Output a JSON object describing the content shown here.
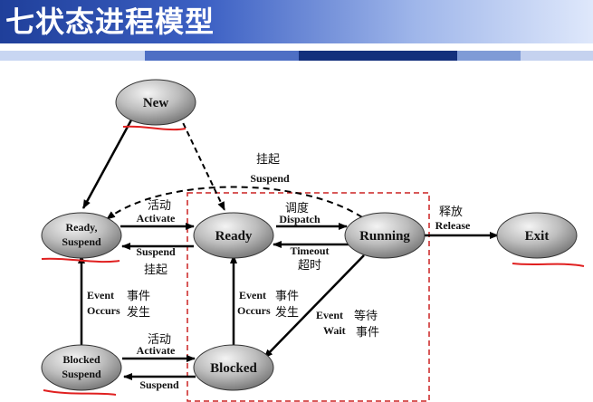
{
  "title": "七状态进程模型",
  "header_colors": [
    "#1f3f9a",
    "#3d61c4",
    "#ffffff"
  ],
  "stripes": [
    "#c8d6f2",
    "#4e6fc4",
    "#13307c",
    "#7f9bd6",
    "#c5d2ef"
  ],
  "nodes": {
    "new": "New",
    "ready_suspend_1": "Ready,",
    "ready_suspend_2": "Suspend",
    "ready": "Ready",
    "running": "Running",
    "exit": "Exit",
    "blocked_suspend_1": "Blocked",
    "blocked_suspend_2": "Suspend",
    "blocked": "Blocked"
  },
  "transitions": {
    "suspend_top_cn": "挂起",
    "suspend_top_en": "Suspend",
    "activate_cn": "活动",
    "activate_en": "Activate",
    "suspend_left_en": "Suspend",
    "suspend_left_cn": "挂起",
    "dispatch_cn": "调度",
    "dispatch_en": "Dispatch",
    "timeout_en": "Timeout",
    "timeout_cn": "超时",
    "release_cn": "释放",
    "release_en": "Release",
    "event_occurs_left_en1": "Event",
    "event_occurs_left_en2": "Occurs",
    "event_occurs_left_cn1": "事件",
    "event_occurs_left_cn2": "发生",
    "event_occurs_mid_en1": "Event",
    "event_occurs_mid_en2": "Occurs",
    "event_occurs_mid_cn1": "事件",
    "event_occurs_mid_cn2": "发生",
    "event_wait_en1": "Event",
    "event_wait_en2": "Wait",
    "event_wait_cn1": "等待",
    "event_wait_cn2": "事件",
    "activate_bottom_cn": "活动",
    "activate_bottom_en": "Activate",
    "suspend_bottom_en": "Suspend"
  }
}
